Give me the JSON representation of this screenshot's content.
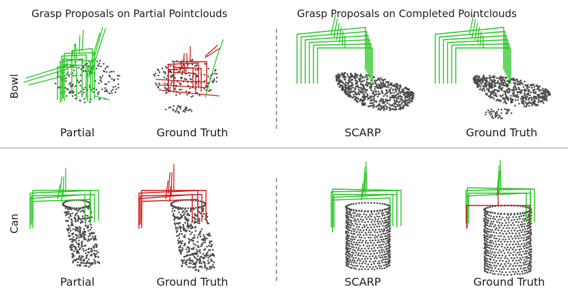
{
  "headers": {
    "partial": "Grasp Proposals on Partial Pointclouds",
    "completed": "Grasp Proposals on Completed Pointclouds"
  },
  "rows": [
    {
      "label": "Bowl",
      "captions": [
        "Partial",
        "Ground Truth",
        "SCARP",
        "Ground Truth"
      ]
    },
    {
      "label": "Can",
      "captions": [
        "Partial",
        "Ground Truth",
        "SCARP",
        "Ground Truth"
      ]
    }
  ],
  "colors": {
    "grasp_green": "#22c41f",
    "grasp_red": "#d31212",
    "point": "#4a4a4a"
  }
}
